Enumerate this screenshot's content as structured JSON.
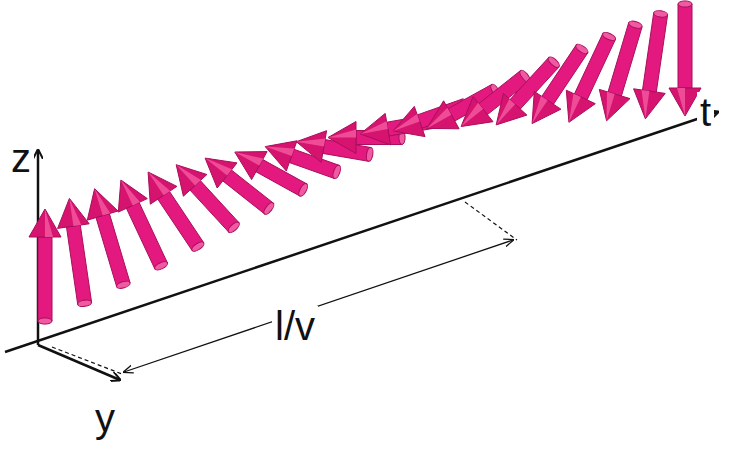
{
  "diagram": {
    "labels": [
      "z",
      "t",
      "y",
      "l/v"
    ]
  }
}
